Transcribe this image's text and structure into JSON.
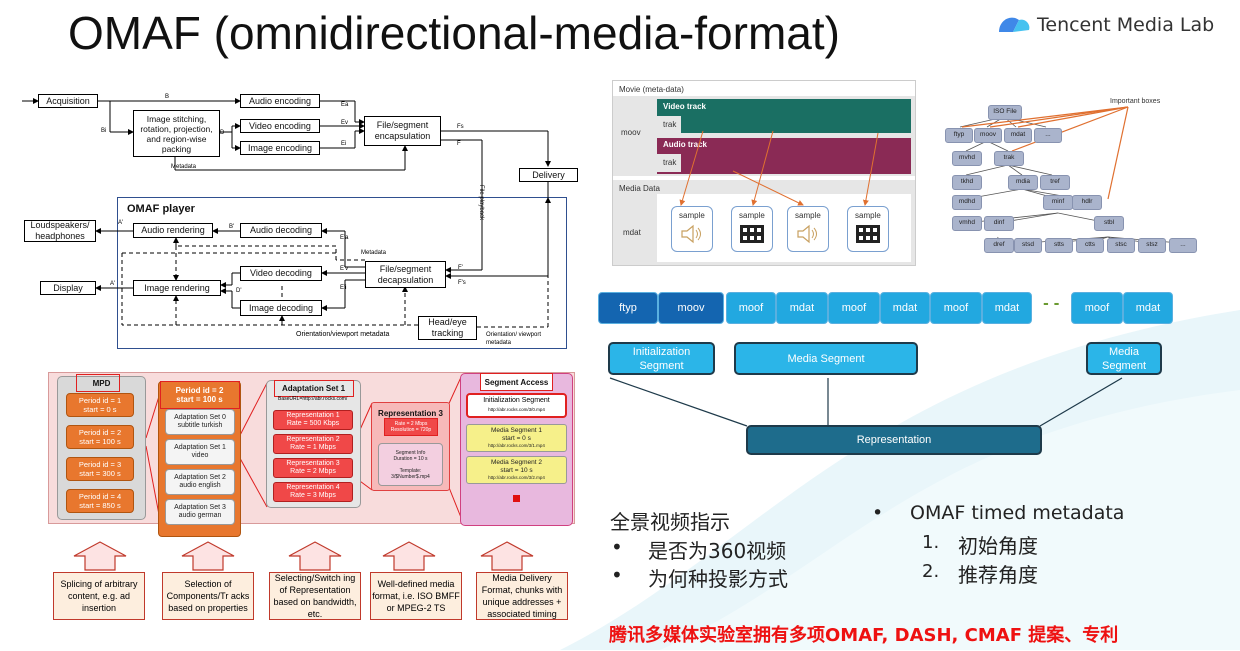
{
  "title": "OMAF (omnidirectional-media-format)",
  "logo": {
    "text": "Tencent Media Lab",
    "icon": "tencent-cloud-icon"
  },
  "arch": {
    "acquisition": "Acquisition",
    "stitching": "Image stitching, rotation, projection, and region-wise packing",
    "audio_enc": "Audio encoding",
    "video_enc": "Video  encoding",
    "image_enc": "Image encoding",
    "file_encap": "File/segment encapsulation",
    "delivery": "Delivery",
    "player_label": "OMAF player",
    "speakers": "Loudspeakers/ headphones",
    "audio_render": "Audio rendering",
    "audio_dec": "Audio decoding",
    "video_dec": "Video decoding",
    "file_decap": "File/segment decapsulation",
    "display": "Display",
    "image_render": "Image rendering",
    "image_dec": "Image decoding",
    "head_eye": "Head/eye tracking",
    "orient_meta": "Orientation/viewport metadata",
    "orient_meta2": "Orientation/ viewport metadata",
    "metadata": "Metadata",
    "metadata2": "Metadata",
    "file_playback": "File playback",
    "sym": {
      "b": "B",
      "bi": "Bi",
      "d": "D",
      "ea": "Ea",
      "ev": "Ev",
      "ei": "Ei",
      "fs": "Fs",
      "f": "F",
      "ap": "A'",
      "bp": "B'",
      "eap": "E'a",
      "fp": "F'",
      "fsp": "F's",
      "evp": "E'v",
      "dp": "D'",
      "eip": "E'i",
      "ap2": "A'"
    }
  },
  "mpd": {
    "mpd_title": "MPD",
    "periods": [
      "Period id = 1\nstart = 0 s",
      "Period id = 2\nstart = 100 s",
      "Period id = 3\nstart = 300 s",
      "Period id = 4\nstart = 850 s"
    ],
    "period_title": "Period id = 2\nstart = 100 s",
    "adaptations": [
      "Adaptation Set 0\nsubtitle turkish",
      "Adaptation Set 1\nvideo",
      "Adaptation Set 2\naudio english",
      "Adaptation Set 3\naudio german"
    ],
    "aset_title": "Adaptation Set 1",
    "aset_url": "BaseURL=http://abr.rocks.com/",
    "reps": [
      "Representation 1\nRate = 500 Kbps",
      "Representation 2\nRate = 1 Mbps",
      "Representation 3\nRate = 2 Mbps",
      "Representation 4\nRate = 3 Mbps"
    ],
    "rep3_title": "Representation 3",
    "rep3_info": "Rate = 2 Mbps\nResolution = 720p",
    "rep3_seg": "Segment Info\nDuration = 10 s\n\nTemplate:\n3/$Number$.mp4",
    "seg_access": "Segment Access",
    "init_seg": "Initialization Segment",
    "init_url": "http://abr.rocks.com/3/0.mp4",
    "media1": "Media Segment 1\nstart = 0 s",
    "media1_url": "http://abr.rocks.com/3/1.mp4",
    "media2": "Media Segment 2\nstart = 10 s",
    "media2_url": "http://abr.rocks.com/3/2.mp4",
    "notes": [
      "Splicing of arbitrary content, e.g. ad insertion",
      "Selection of Components/Tr acks based on properties",
      "Selecting/Switch ing of Representation based on bandwidth, etc.",
      "Well-defined media format, i.e. ISO BMFF or MPEG-2 TS",
      "Media Delivery Format, chunks with unique addresses + associated timing"
    ]
  },
  "bmff": {
    "movie": "Movie (meta-data)",
    "moov": "moov",
    "video_track": "Video track",
    "audio_track": "Audio track",
    "trak1": "trak",
    "trak2": "trak",
    "media_data": "Media Data",
    "mdat": "mdat",
    "sample": "sample",
    "important": "Important boxes",
    "tree": {
      "iso": "ISO File",
      "ftyp": "ftyp",
      "moov": "moov",
      "mdat": "mdat",
      "dots": "...",
      "mvhd": "mvhd",
      "trak": "trak",
      "tkhd": "tkhd",
      "mdia": "mdia",
      "tref": "tref",
      "mdhd": "mdhd",
      "minf": "minf",
      "hdlr": "hdlr",
      "vmhd": "vmhd",
      "dinf": "dinf",
      "stbl": "stbl",
      "dref": "dref",
      "stsd": "stsd",
      "stts": "stts",
      "ctts": "ctts",
      "stsc": "stsc",
      "stsz": "stsz",
      "dots2": "..."
    }
  },
  "fragments": {
    "boxes": [
      "ftyp",
      "moov",
      "moof",
      "mdat",
      "moof",
      "mdat",
      "moof",
      "mdat",
      "moof",
      "mdat"
    ],
    "dash": "- -",
    "init": "Initialization\nSegment",
    "media_seg": "Media Segment",
    "media_seg2": "Media\nSegment",
    "representation": "Representation"
  },
  "text": {
    "cn_head": "全景视频指示",
    "cn_b1": "是否为360视频",
    "cn_b2": "为何种投影方式",
    "bullet": "•",
    "en_head": "OMAF timed metadata",
    "num1": "1.",
    "num2": "2.",
    "cn_n1": "初始角度",
    "cn_n2": "推荐角度",
    "footer": "腾讯多媒体实验室拥有多项OMAF, DASH, CMAF 提案、专利"
  },
  "colors": {
    "frag_dark": "#1465b0",
    "frag_light": "#22a8e0",
    "segment": "#2bb5e8",
    "rep": "#1e6c8c",
    "video_track": "#1a6f63",
    "audio_track": "#8a2a55",
    "footer": "#ee1111"
  }
}
